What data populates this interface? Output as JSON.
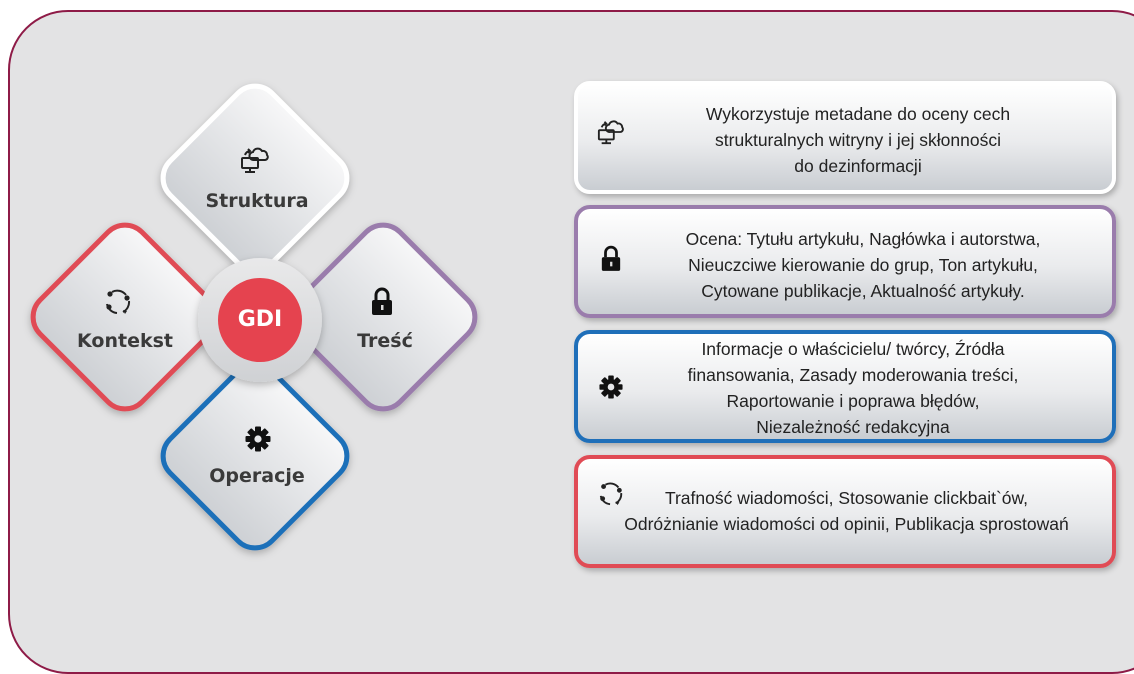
{
  "center": {
    "label": "GDI",
    "color": "#e5434f"
  },
  "diamonds": [
    {
      "key": "struktura",
      "label": "Struktura",
      "icon": "cloud-computer-icon",
      "border": "#ffffff"
    },
    {
      "key": "kontekst",
      "label": "Kontekst",
      "icon": "refresh-cycle-icon",
      "border": "#e04b55"
    },
    {
      "key": "tresc",
      "label": "Treść",
      "icon": "padlock-icon",
      "border": "#9a7cac"
    },
    {
      "key": "operacje",
      "label": "Operacje",
      "icon": "gear-icon",
      "border": "#1f6fb9"
    }
  ],
  "cards": [
    {
      "key": "struktura",
      "icon": "cloud-computer-icon",
      "border": "#ffffff",
      "text": "Wykorzystuje metadane do oceny cech\nstrukturalnych witryny i jej skłonności\ndo dezinformacji"
    },
    {
      "key": "tresc",
      "icon": "padlock-icon",
      "border": "#9a7cac",
      "text": "Ocena: Tytułu artykułu, Nagłówka i autorstwa,\nNieuczciwe kierowanie do grup, Ton artykułu,\nCytowane publikacje, Aktualność artykuły."
    },
    {
      "key": "operacje",
      "icon": "gear-icon",
      "border": "#1f6fb9",
      "text": "Informacje o właścicielu/ twórcy, Źródła\nfinansowania, Zasady moderowania treści,\nRaportowanie i poprawa błędów,\nNiezależność redakcyjna"
    },
    {
      "key": "kontekst",
      "icon": "refresh-cycle-icon",
      "border": "#e04b55",
      "text": "Trafność wiadomości, Stosowanie clickbait`ów,\nOdróżnianie wiadomości od opinii, Publikacja sprostowań"
    }
  ],
  "frame_color": "#8e1b47"
}
